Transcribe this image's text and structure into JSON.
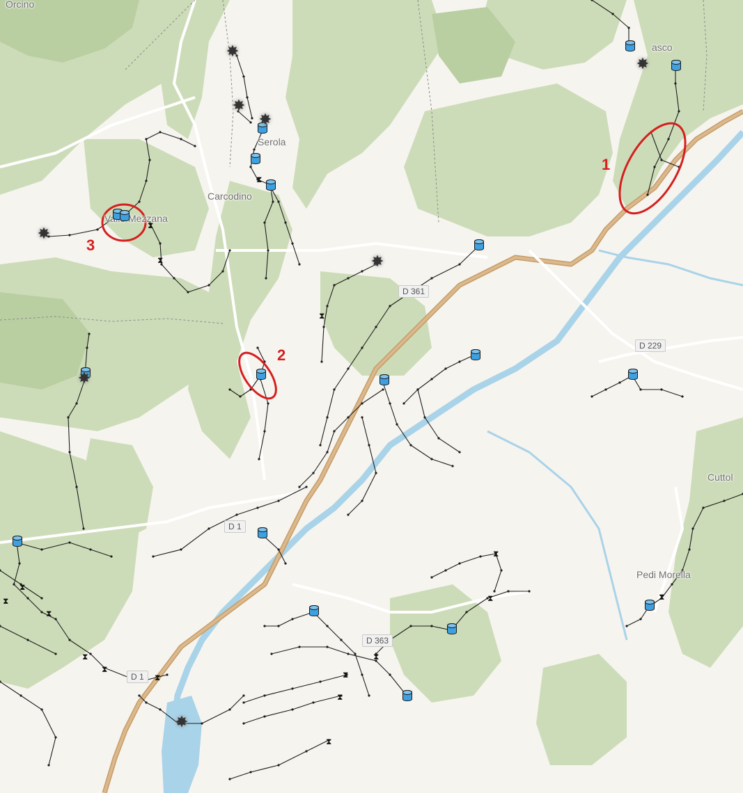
{
  "colors": {
    "background": "#f6f4ef",
    "forest": "#cddcb8",
    "forest_dark": "#b9cfa2",
    "road_main": "#d9b98d",
    "road_main_edge": "#c89b66",
    "river": "#a9d3e8",
    "network": "#1c1c1c",
    "tank": "#3ea0e0",
    "highlight": "#d41f1f"
  },
  "place_labels": [
    "Orcino",
    "asco",
    "Serola",
    "Carcodino",
    "Valle Mezzana",
    "Cuttol",
    "Pedi Morella"
  ],
  "road_labels": [
    "D 361",
    "D 229",
    "D 1",
    "D 1",
    "D 363"
  ],
  "markers": [
    {
      "number": "1"
    },
    {
      "number": "2"
    },
    {
      "number": "3"
    }
  ],
  "icons": {
    "tank": "water-tank-icon",
    "source": "water-source-icon",
    "valve": "valve-icon"
  }
}
